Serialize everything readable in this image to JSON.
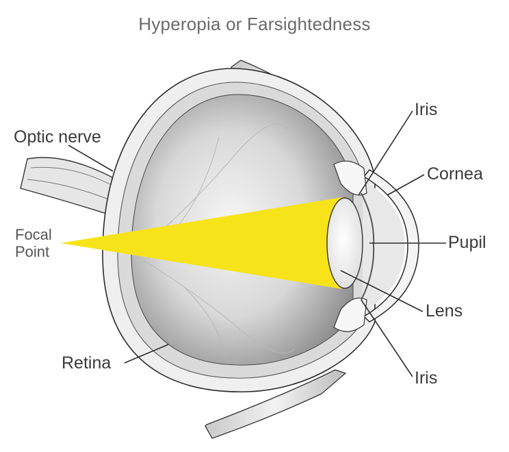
{
  "title": "Hyperopia or Farsightedness",
  "labels": {
    "optic_nerve": "Optic nerve",
    "focal_point_line1": "Focal",
    "focal_point_line2": "Point",
    "iris_top": "Iris",
    "cornea": "Cornea",
    "pupil": "Pupil",
    "lens": "Lens",
    "iris_bottom": "Iris",
    "retina": "Retina"
  },
  "colors": {
    "light_cone": "#f7e31a",
    "outline": "#2a2a2a",
    "label_text": "#3a3a3a",
    "title_text": "#6a6a6a"
  }
}
